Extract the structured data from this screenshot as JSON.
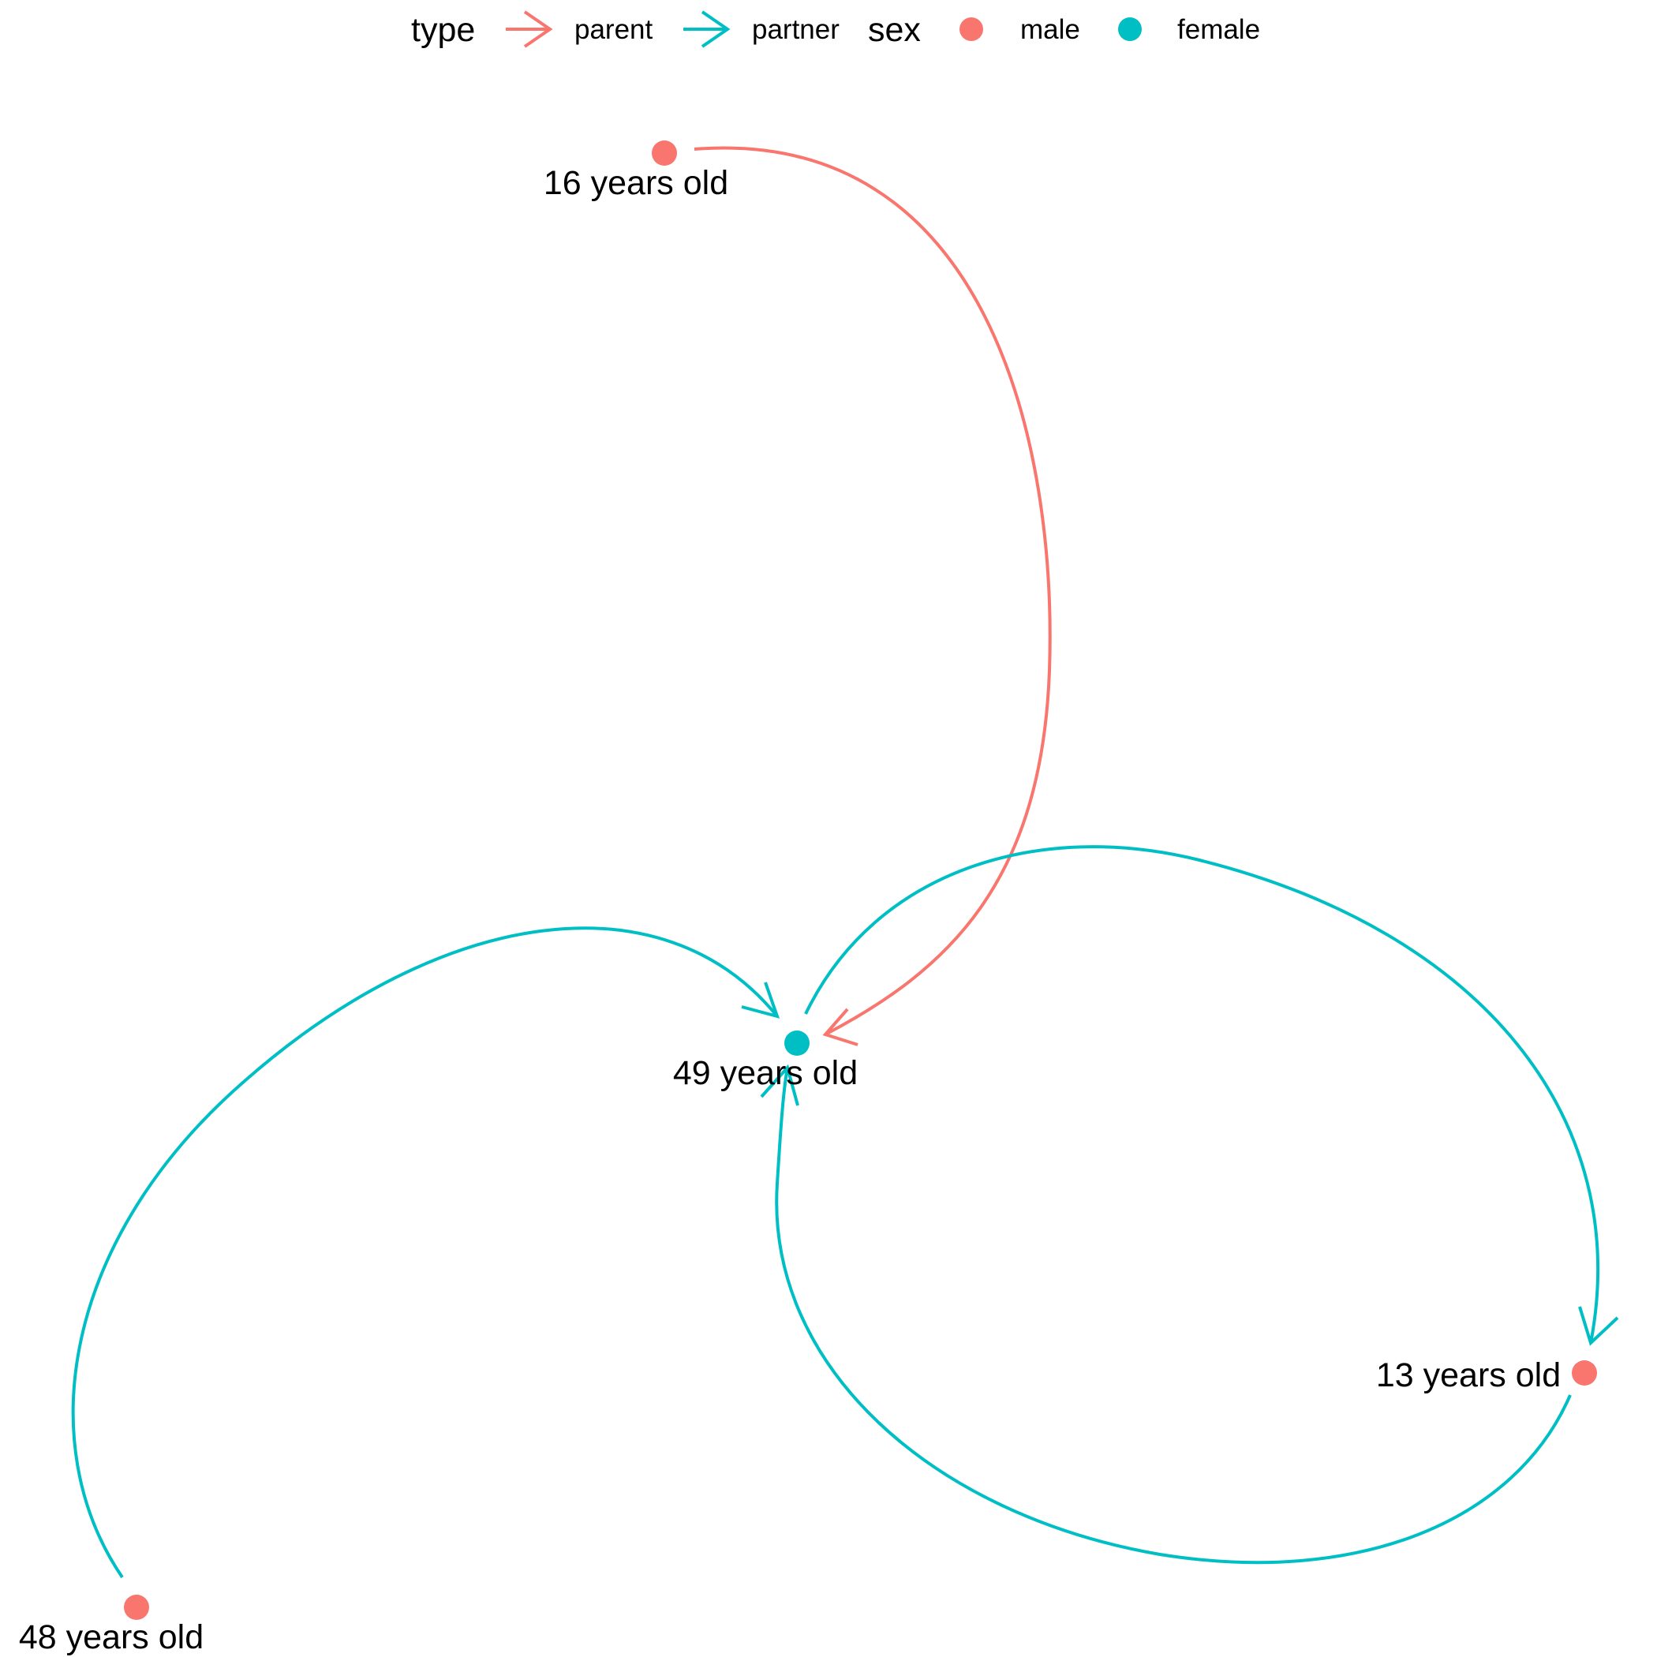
{
  "colors": {
    "parent": "#F8766D",
    "partner": "#00BFC4",
    "male": "#F8766D",
    "female": "#00BFC4"
  },
  "legend": {
    "type": {
      "title": "type",
      "items": [
        {
          "label": "parent",
          "key": "parent"
        },
        {
          "label": "partner",
          "key": "partner"
        }
      ]
    },
    "sex": {
      "title": "sex",
      "items": [
        {
          "label": "male",
          "key": "male"
        },
        {
          "label": "female",
          "key": "female"
        }
      ]
    }
  },
  "nodes": [
    {
      "id": "n16",
      "label": "16 years old",
      "sex": "male"
    },
    {
      "id": "n49",
      "label": "49 years old",
      "sex": "female"
    },
    {
      "id": "n13",
      "label": "13 years old",
      "sex": "male"
    },
    {
      "id": "n48",
      "label": "48 years old",
      "sex": "male"
    }
  ],
  "edges": [
    {
      "from": "n16",
      "to": "n49",
      "type": "parent"
    },
    {
      "from": "n48",
      "to": "n49",
      "type": "partner"
    },
    {
      "from": "n49",
      "to": "n13",
      "type": "partner"
    },
    {
      "from": "n13",
      "to": "n49",
      "type": "partner"
    }
  ]
}
